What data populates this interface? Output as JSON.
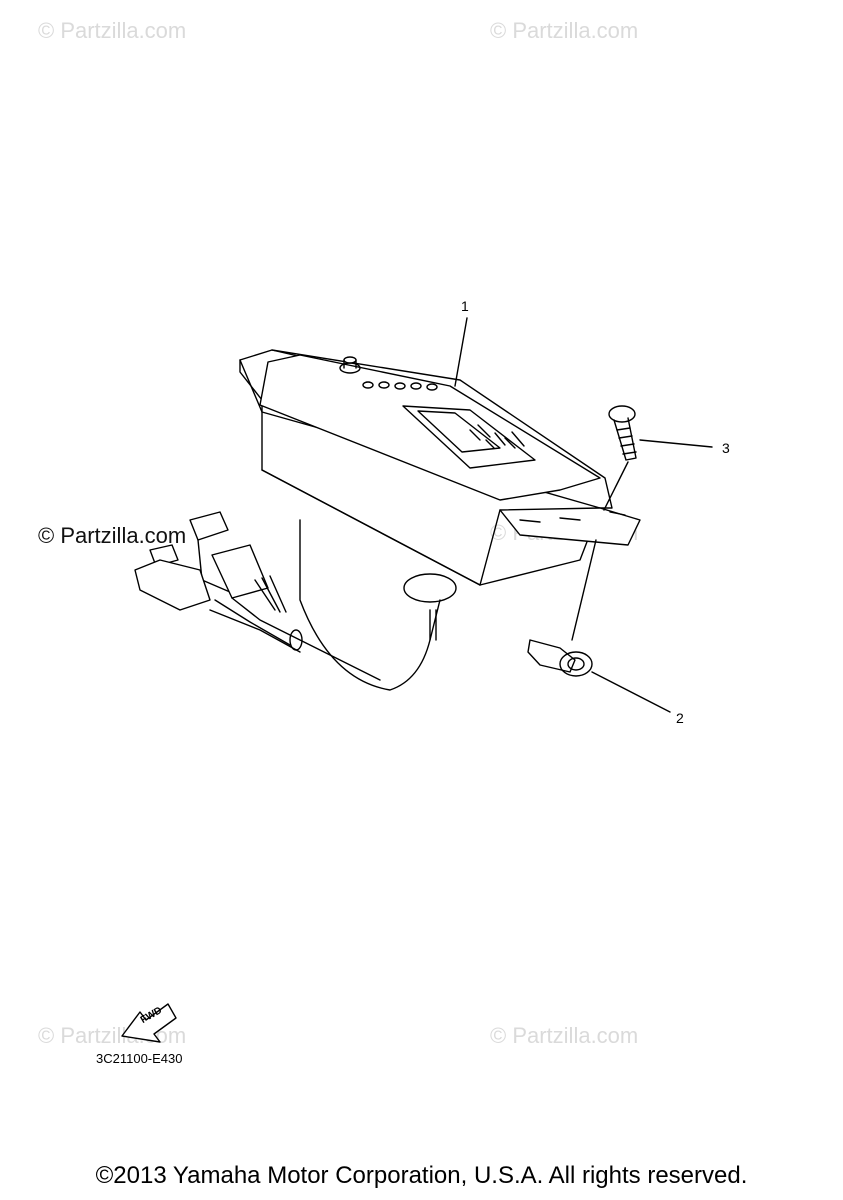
{
  "watermarks": {
    "text": "© Partzilla.com"
  },
  "callouts": {
    "part_1": "1",
    "part_2": "2",
    "part_3": "3"
  },
  "fwd_label": "FWD",
  "diagram_code": "3C21100-E430",
  "footer": "©2013 Yamaha Motor Corporation, U.S.A. All rights reserved."
}
